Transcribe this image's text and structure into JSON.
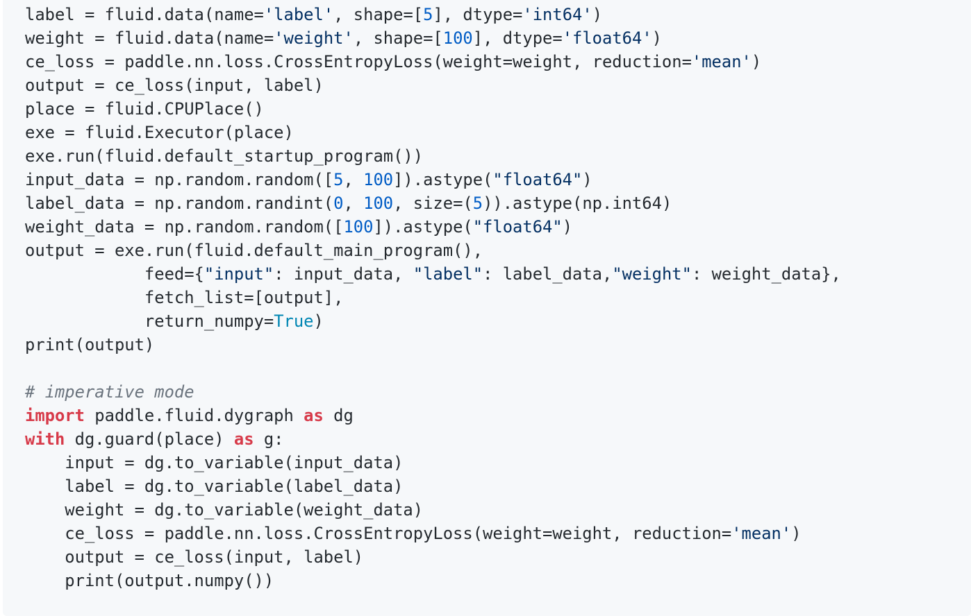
{
  "theme": {
    "background": "#f6f8fa",
    "text": "#24292e",
    "string": "#032f62",
    "number": "#005cc5",
    "keyword": "#d73a49",
    "constant": "#0086b3",
    "comment": "#6a737d"
  },
  "code": {
    "lines": [
      {
        "tokens": [
          {
            "t": "label = fluid.data(name=",
            "k": "p"
          },
          {
            "t": "'label'",
            "k": "str"
          },
          {
            "t": ", shape=[",
            "k": "p"
          },
          {
            "t": "5",
            "k": "num"
          },
          {
            "t": "], dtype=",
            "k": "p"
          },
          {
            "t": "'int64'",
            "k": "str"
          },
          {
            "t": ")",
            "k": "p"
          }
        ]
      },
      {
        "tokens": [
          {
            "t": "weight = fluid.data(name=",
            "k": "p"
          },
          {
            "t": "'weight'",
            "k": "str"
          },
          {
            "t": ", shape=[",
            "k": "p"
          },
          {
            "t": "100",
            "k": "num"
          },
          {
            "t": "], dtype=",
            "k": "p"
          },
          {
            "t": "'float64'",
            "k": "str"
          },
          {
            "t": ")",
            "k": "p"
          }
        ]
      },
      {
        "tokens": [
          {
            "t": "ce_loss = paddle.nn.loss.CrossEntropyLoss(weight=weight, reduction=",
            "k": "p"
          },
          {
            "t": "'mean'",
            "k": "str"
          },
          {
            "t": ")",
            "k": "p"
          }
        ]
      },
      {
        "tokens": [
          {
            "t": "output = ce_loss(input, label)",
            "k": "p"
          }
        ]
      },
      {
        "tokens": [
          {
            "t": "place = fluid.CPUPlace()",
            "k": "p"
          }
        ]
      },
      {
        "tokens": [
          {
            "t": "exe = fluid.Executor(place)",
            "k": "p"
          }
        ]
      },
      {
        "tokens": [
          {
            "t": "exe.run(fluid.default_startup_program())",
            "k": "p"
          }
        ]
      },
      {
        "tokens": [
          {
            "t": "input_data = np.random.random([",
            "k": "p"
          },
          {
            "t": "5",
            "k": "num"
          },
          {
            "t": ", ",
            "k": "p"
          },
          {
            "t": "100",
            "k": "num"
          },
          {
            "t": "]).astype(",
            "k": "p"
          },
          {
            "t": "\"float64\"",
            "k": "str"
          },
          {
            "t": ")",
            "k": "p"
          }
        ]
      },
      {
        "tokens": [
          {
            "t": "label_data = np.random.randint(",
            "k": "p"
          },
          {
            "t": "0",
            "k": "num"
          },
          {
            "t": ", ",
            "k": "p"
          },
          {
            "t": "100",
            "k": "num"
          },
          {
            "t": ", size=(",
            "k": "p"
          },
          {
            "t": "5",
            "k": "num"
          },
          {
            "t": ")).astype(np.int64)",
            "k": "p"
          }
        ]
      },
      {
        "tokens": [
          {
            "t": "weight_data = np.random.random([",
            "k": "p"
          },
          {
            "t": "100",
            "k": "num"
          },
          {
            "t": "]).astype(",
            "k": "p"
          },
          {
            "t": "\"float64\"",
            "k": "str"
          },
          {
            "t": ")",
            "k": "p"
          }
        ]
      },
      {
        "tokens": [
          {
            "t": "output = exe.run(fluid.default_main_program(),",
            "k": "p"
          }
        ]
      },
      {
        "tokens": [
          {
            "t": "            feed={",
            "k": "p"
          },
          {
            "t": "\"input\"",
            "k": "str"
          },
          {
            "t": ": input_data, ",
            "k": "p"
          },
          {
            "t": "\"label\"",
            "k": "str"
          },
          {
            "t": ": label_data,",
            "k": "p"
          },
          {
            "t": "\"weight\"",
            "k": "str"
          },
          {
            "t": ": weight_data},",
            "k": "p"
          }
        ]
      },
      {
        "tokens": [
          {
            "t": "            fetch_list=[output],",
            "k": "p"
          }
        ]
      },
      {
        "tokens": [
          {
            "t": "            return_numpy=",
            "k": "p"
          },
          {
            "t": "True",
            "k": "const"
          },
          {
            "t": ")",
            "k": "p"
          }
        ]
      },
      {
        "tokens": [
          {
            "t": "print(output)",
            "k": "p"
          }
        ]
      },
      {
        "tokens": [
          {
            "t": " ",
            "k": "p"
          }
        ]
      },
      {
        "tokens": [
          {
            "t": "# imperative mode",
            "k": "com"
          }
        ]
      },
      {
        "tokens": [
          {
            "t": "import",
            "k": "kw"
          },
          {
            "t": " paddle.fluid.dygraph ",
            "k": "p"
          },
          {
            "t": "as",
            "k": "kw"
          },
          {
            "t": " dg",
            "k": "p"
          }
        ]
      },
      {
        "tokens": [
          {
            "t": "with",
            "k": "kw"
          },
          {
            "t": " dg.guard(place) ",
            "k": "p"
          },
          {
            "t": "as",
            "k": "kw"
          },
          {
            "t": " g:",
            "k": "p"
          }
        ]
      },
      {
        "tokens": [
          {
            "t": "    input = dg.to_variable(input_data)",
            "k": "p"
          }
        ]
      },
      {
        "tokens": [
          {
            "t": "    label = dg.to_variable(label_data)",
            "k": "p"
          }
        ]
      },
      {
        "tokens": [
          {
            "t": "    weight = dg.to_variable(weight_data)",
            "k": "p"
          }
        ]
      },
      {
        "tokens": [
          {
            "t": "    ce_loss = paddle.nn.loss.CrossEntropyLoss(weight=weight, reduction=",
            "k": "p"
          },
          {
            "t": "'mean'",
            "k": "str"
          },
          {
            "t": ")",
            "k": "p"
          }
        ]
      },
      {
        "tokens": [
          {
            "t": "    output = ce_loss(input, label)",
            "k": "p"
          }
        ]
      },
      {
        "tokens": [
          {
            "t": "    print(output.numpy())",
            "k": "p"
          }
        ]
      }
    ]
  }
}
